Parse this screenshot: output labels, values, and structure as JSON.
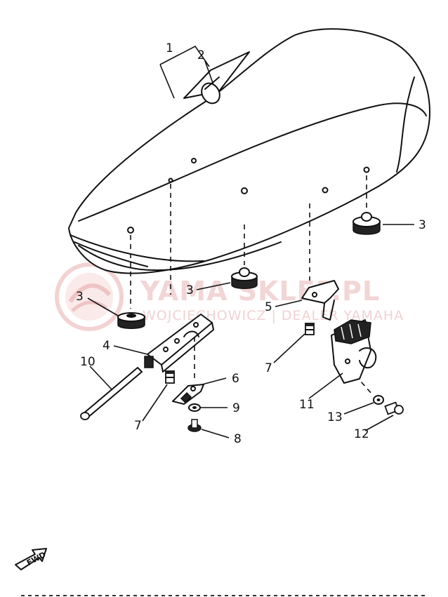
{
  "watermark": {
    "brand": "YAMA SKLEP.PL",
    "subline": "WOJCIECHOWICZ | DEALER YAMAHA"
  },
  "forward_indicator": {
    "label": "FWD",
    "icon": "forward-arrow-icon"
  },
  "callouts": {
    "c1": "1",
    "c2": "2",
    "c3a": "3",
    "c3b": "3",
    "c3c": "3",
    "c4": "4",
    "c5": "5",
    "c6": "6",
    "c7a": "7",
    "c7b": "7",
    "c8": "8",
    "c9": "9",
    "c10": "10",
    "c11": "11",
    "c12": "12",
    "c13": "13"
  },
  "colors": {
    "ink": "#111111",
    "watermark": "#e9b4b4"
  }
}
